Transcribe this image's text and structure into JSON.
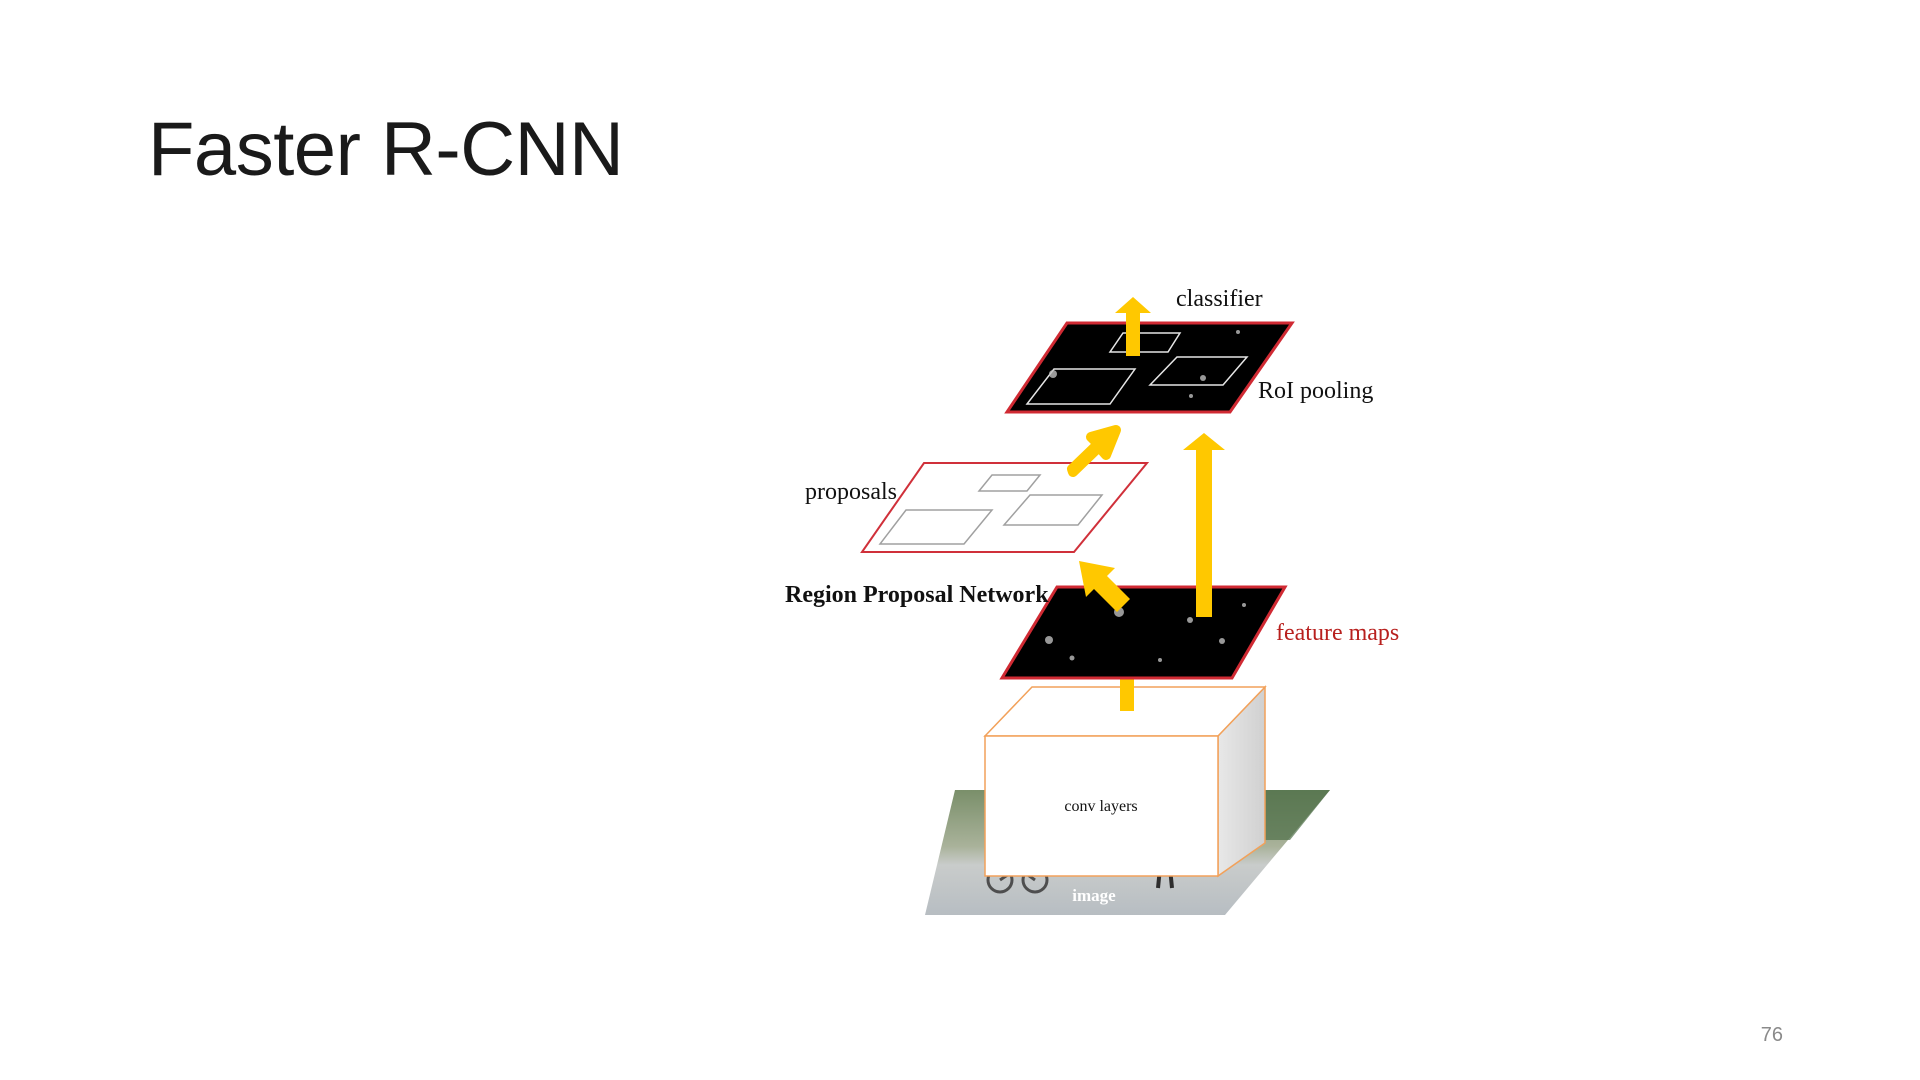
{
  "slide": {
    "title": "Faster R-CNN",
    "page_number": "76"
  },
  "diagram": {
    "labels": {
      "classifier": "classifier",
      "roi_pooling": "RoI pooling",
      "proposals": "proposals",
      "rpn": "Region Proposal Network",
      "feature_maps": "feature maps",
      "conv_layers": "conv layers",
      "image": "image"
    },
    "colors": {
      "arrow": "#ffc800",
      "map_border": "#d02a33",
      "proposals_border": "#d0303a",
      "box_outline": "#f2a15a",
      "feature_text": "#b8201e"
    }
  }
}
